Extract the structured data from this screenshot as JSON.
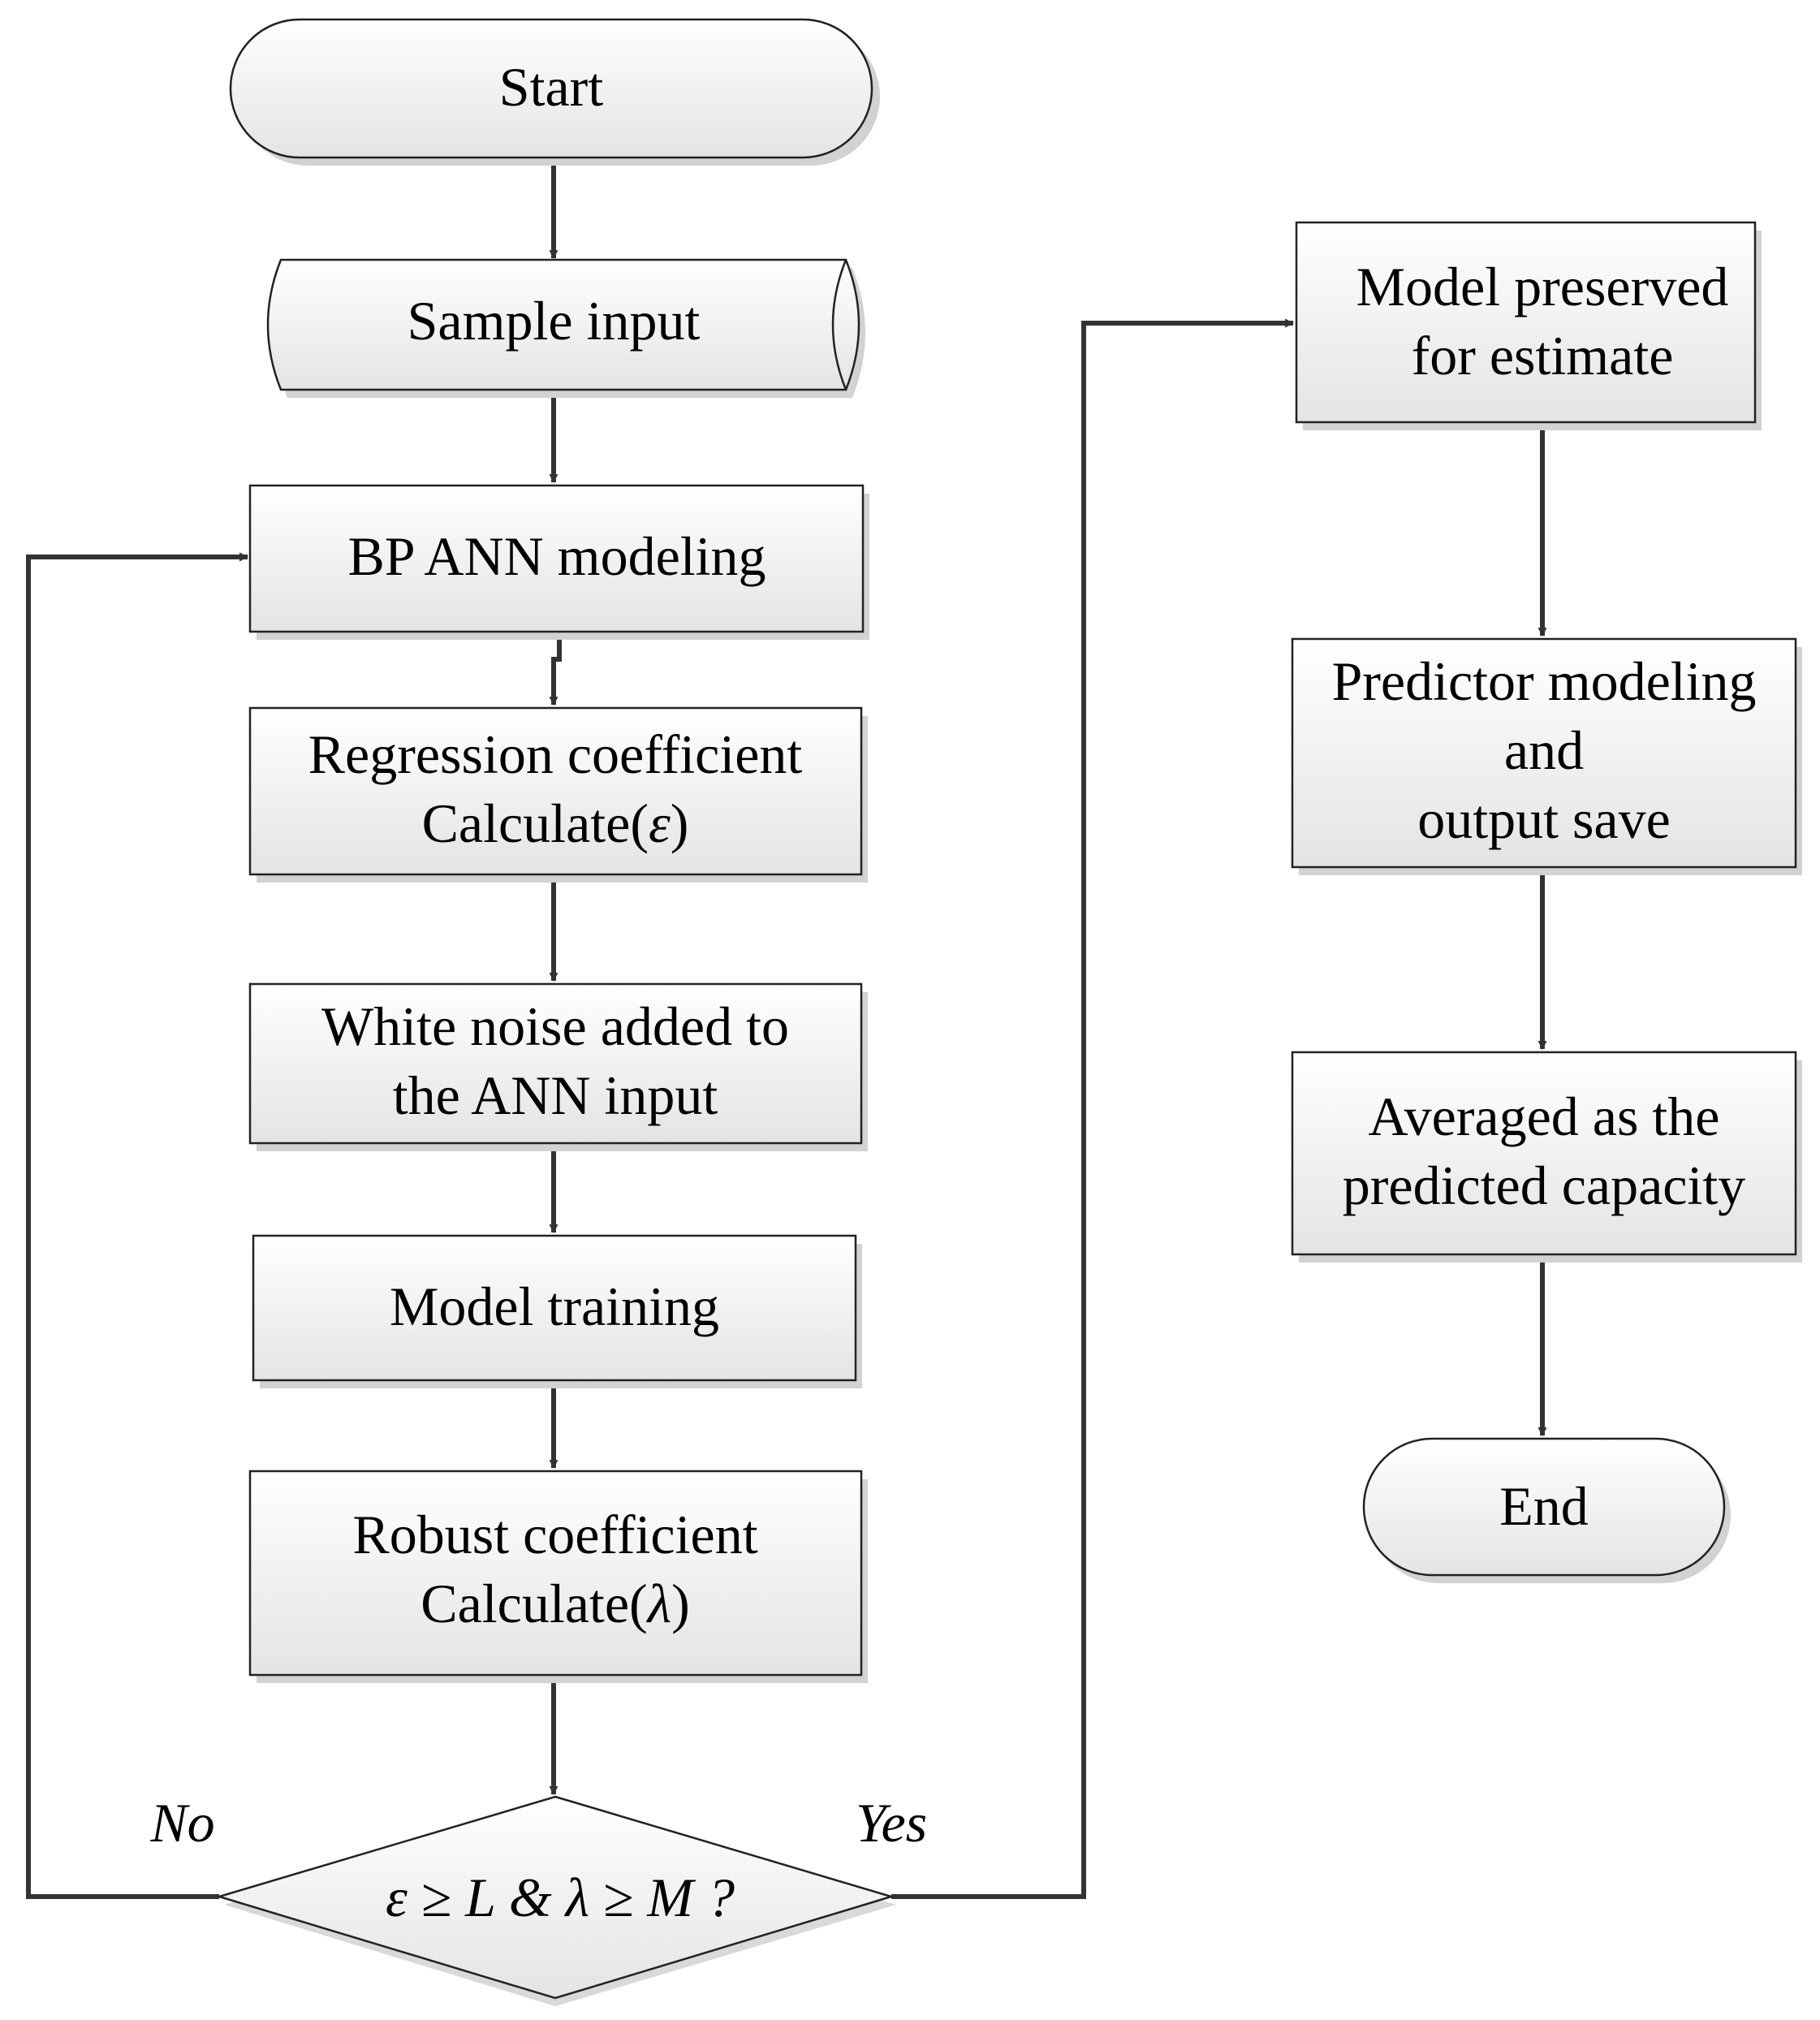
{
  "nodes": {
    "start": {
      "lines": [
        "Start"
      ]
    },
    "sample_input": {
      "lines": [
        "Sample input"
      ]
    },
    "bp_ann": {
      "lines": [
        "BP ANN modeling"
      ]
    },
    "regression": {
      "lines": [
        "Regression coefficient",
        "Calculate(",
        "ε",
        ")"
      ]
    },
    "white_noise": {
      "lines": [
        "White noise added to",
        "the ANN input"
      ]
    },
    "model_training": {
      "lines": [
        "Model training"
      ]
    },
    "robust": {
      "lines": [
        "Robust coefficient",
        "Calculate(",
        "λ",
        ")"
      ]
    },
    "decision": {
      "text": "ε ≥ L & λ ≥ M ?"
    },
    "model_preserved": {
      "lines": [
        "Model preserved",
        "for estimate"
      ]
    },
    "predictor": {
      "lines": [
        "Predictor modeling",
        "and",
        "output save"
      ]
    },
    "averaged": {
      "lines": [
        "Averaged as the",
        "predicted capacity"
      ]
    },
    "end": {
      "lines": [
        "End"
      ]
    }
  },
  "edges": {
    "no_label": "No",
    "yes_label": "Yes"
  }
}
